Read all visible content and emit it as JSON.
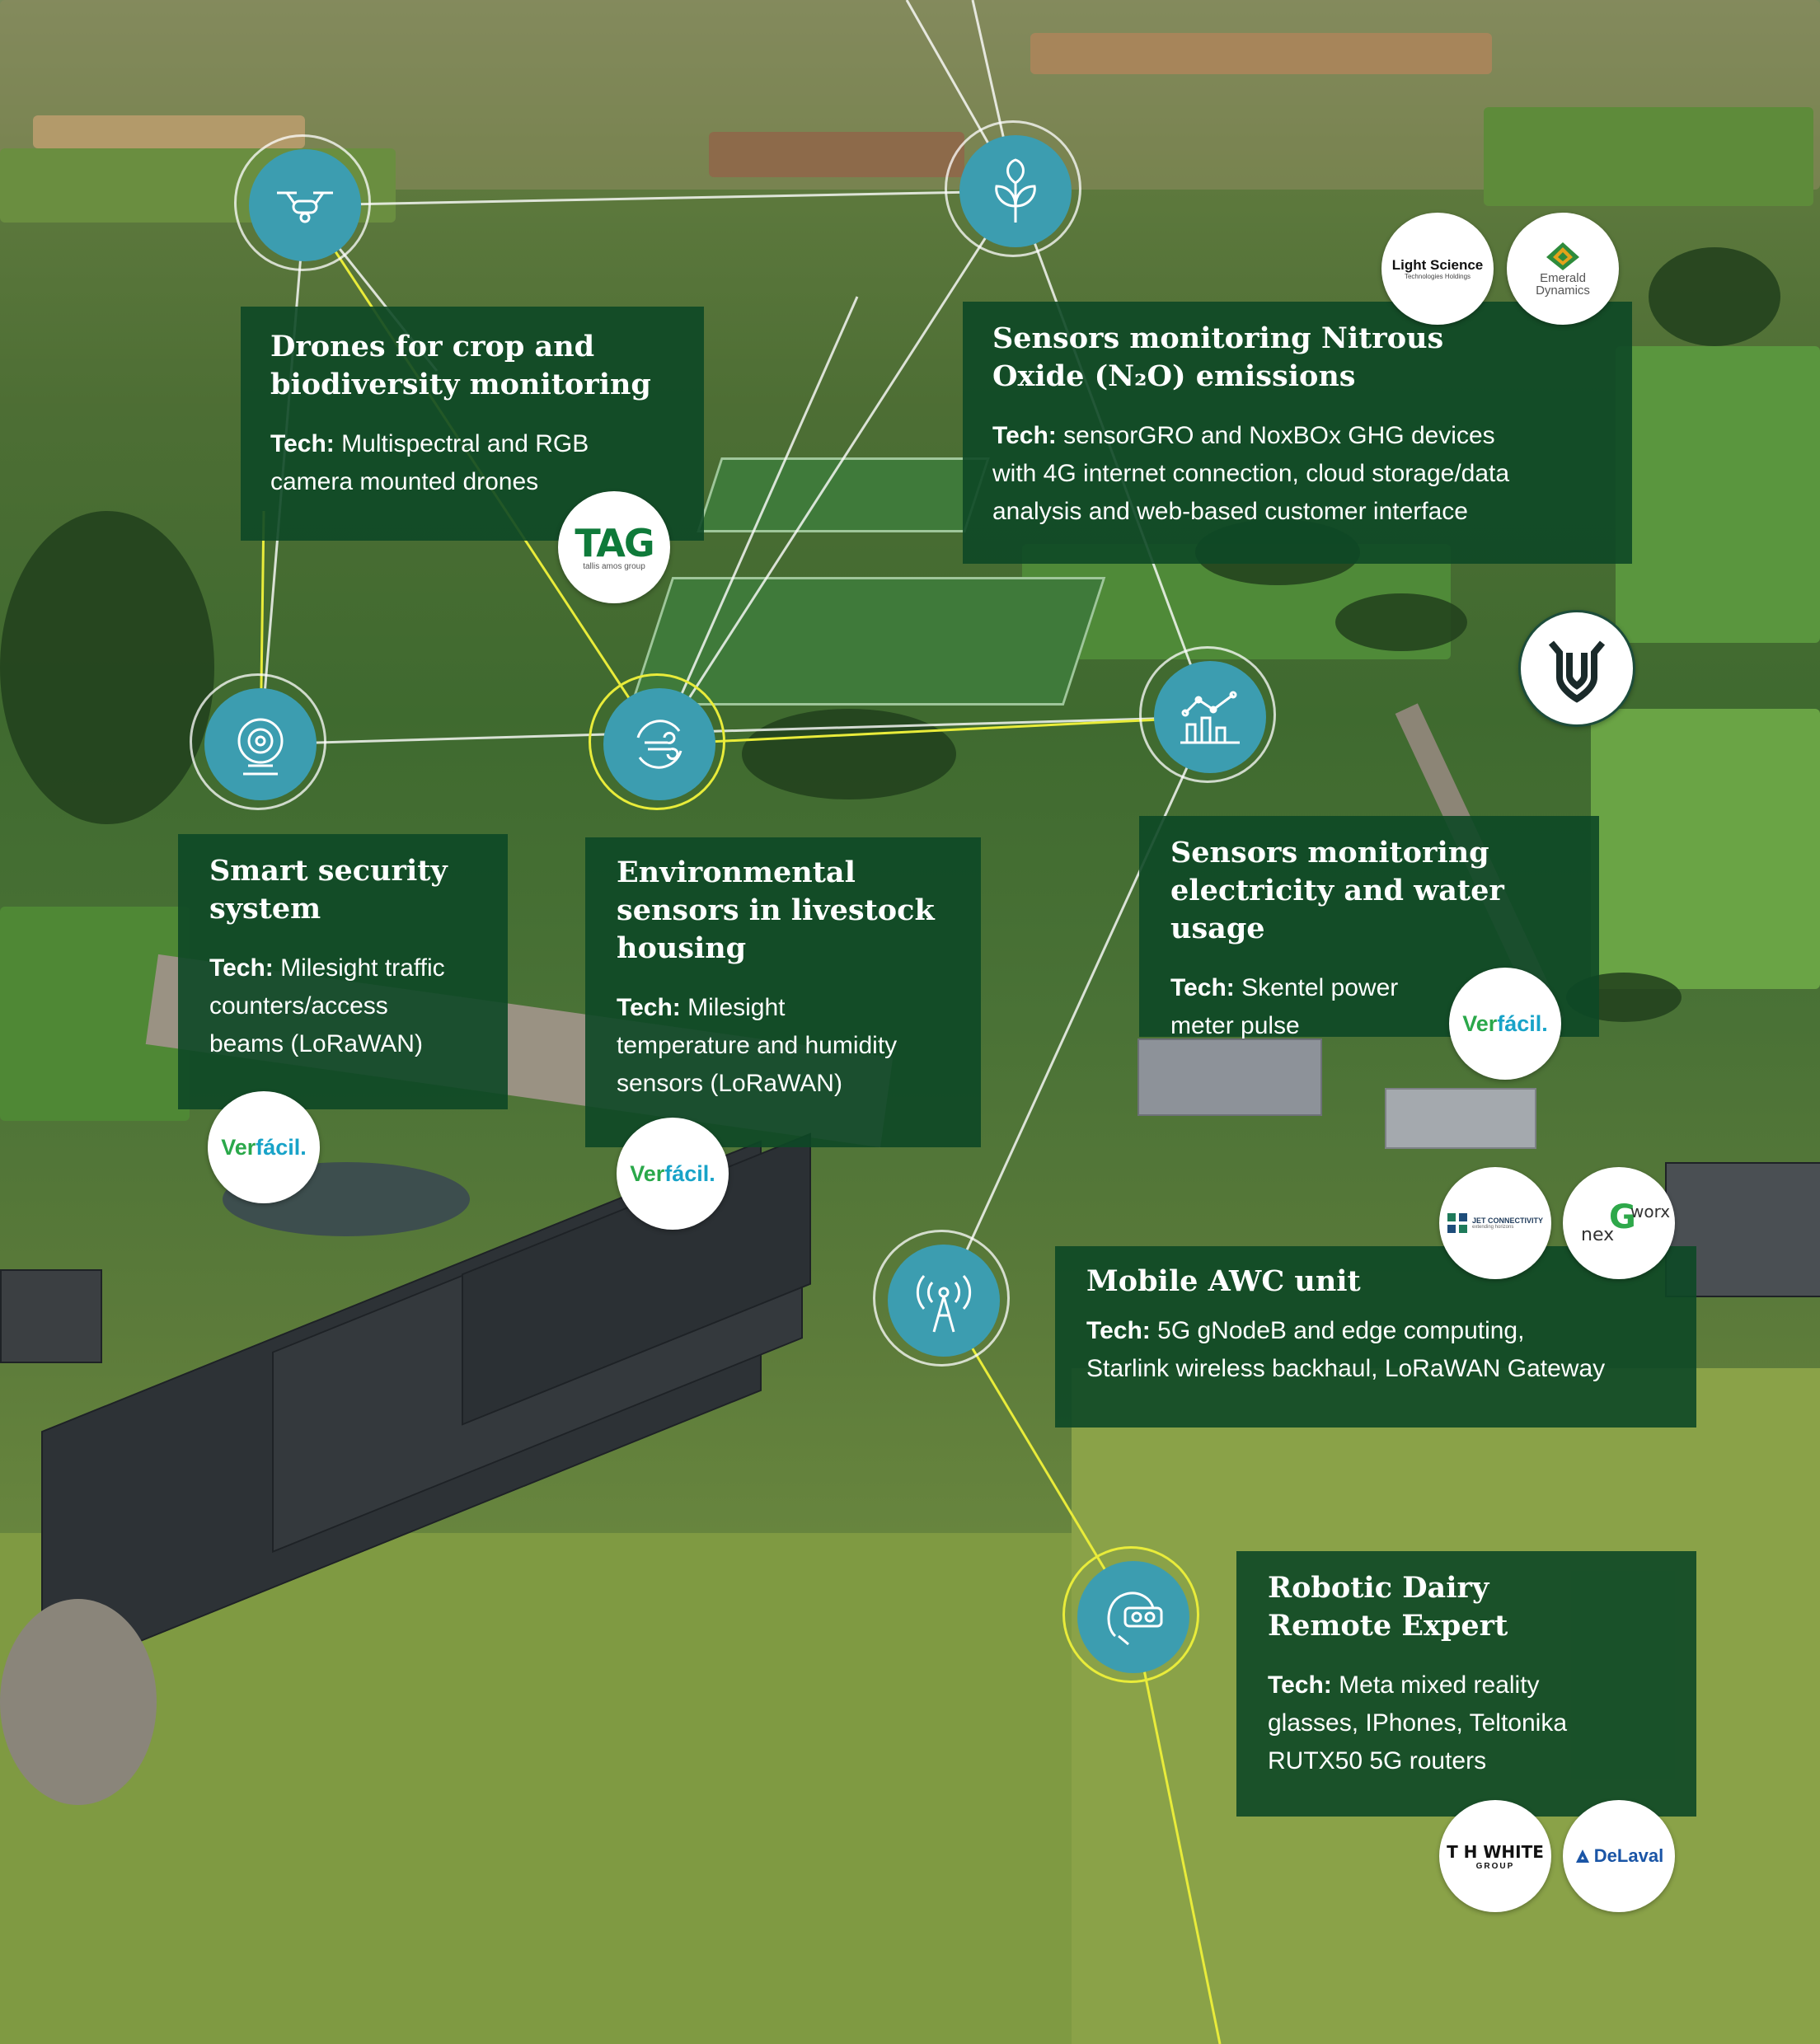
{
  "cards": [
    {
      "title_line1": "Drones for crop and",
      "title_line2": "biodiversity monitoring",
      "tech_label": "Tech:",
      "tech_line1": "Multispectral and RGB",
      "tech_line2": "camera mounted drones"
    },
    {
      "title_line1": "Sensors monitoring Nitrous",
      "title_line2": "Oxide (N₂O) emissions",
      "tech_label": "Tech:",
      "tech_line1": "sensorGRO and NoxBOx GHG devices",
      "tech_line2": "with 4G internet connection, cloud storage/data",
      "tech_line3": "analysis and web-based customer interface"
    },
    {
      "title_line1": "Smart security",
      "title_line2": "system",
      "tech_label": "Tech:",
      "tech_line1": "Milesight traffic",
      "tech_line2": "counters/access",
      "tech_line3": "beams (LoRaWAN)"
    },
    {
      "title_line1": "Environmental",
      "title_line2": "sensors in livestock",
      "title_line3": "housing",
      "tech_label": "Tech:",
      "tech_line1": "Milesight",
      "tech_line2": "temperature and humidity",
      "tech_line3": "sensors (LoRaWAN)"
    },
    {
      "title_line1": "Sensors monitoring",
      "title_line2": "electricity and water usage",
      "tech_label": "Tech:",
      "tech_line1": "Skentel power",
      "tech_line2": "meter pulse"
    },
    {
      "title_line1": "Mobile AWC unit",
      "tech_label": "Tech:",
      "tech_line1": "5G gNodeB and edge computing,",
      "tech_line2": "Starlink wireless backhaul, LoRaWAN Gateway"
    },
    {
      "title_line1": "Robotic Dairy",
      "title_line2": "Remote Expert",
      "tech_label": "Tech:",
      "tech_line1": "Meta mixed reality",
      "tech_line2": "glasses, IPhones, Teltonika",
      "tech_line3": "RUTX50 5G routers"
    }
  ],
  "nodes": [
    {
      "icon": "drone-icon"
    },
    {
      "icon": "leaf-icon"
    },
    {
      "icon": "security-camera-icon"
    },
    {
      "icon": "airflow-icon"
    },
    {
      "icon": "bar-chart-icon"
    },
    {
      "icon": "cell-tower-icon"
    },
    {
      "icon": "vr-headset-icon"
    }
  ],
  "logos": {
    "tag": {
      "main": "TAG",
      "sub": "tallis amos group"
    },
    "light_science": {
      "main": "Light Science",
      "sub": "Technologies Holdings"
    },
    "emerald": {
      "line1": "Emerald",
      "line2": "Dynamics"
    },
    "verfacil": {
      "part1": "Ver",
      "part2": "fácil."
    },
    "jet": {
      "main": "JET CONNECTIVITY",
      "sub": "extending horizons"
    },
    "nexgworx": {
      "g": "G",
      "worx": "worx",
      "nex": "nex"
    },
    "thwhite": {
      "main": "T H WHITE",
      "sub": "GROUP"
    },
    "delaval": {
      "main": "DeLaval"
    }
  },
  "colors": {
    "card": "#0d4826",
    "node": "#3c9db0",
    "link_white": "#ffffff",
    "link_yellow": "#e9ec3a",
    "tag_green": "#0f7a3a"
  }
}
